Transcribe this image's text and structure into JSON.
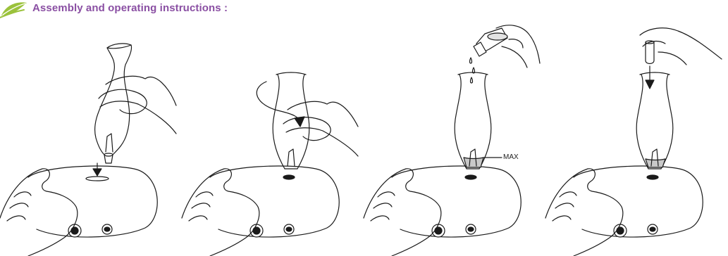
{
  "header": {
    "title": "Assembly and operating instructions :",
    "accent_color": "#8a4fa3",
    "leaf_color": "#9bc23c",
    "icon": "leaf-icon"
  },
  "steps": [
    {
      "icon": "place-vase-on-base-illustration"
    },
    {
      "icon": "twist-lock-vase-illustration"
    },
    {
      "icon": "fill-water-to-max-illustration",
      "max_label": "MAX"
    },
    {
      "icon": "add-essential-oil-drops-illustration"
    }
  ]
}
